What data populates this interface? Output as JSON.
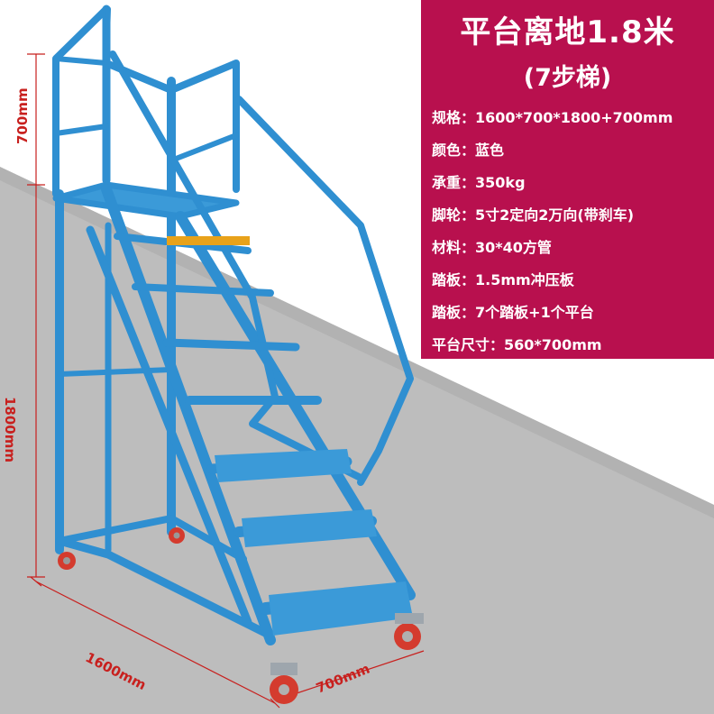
{
  "dimensions": {
    "vertical_top": "700mm",
    "vertical_main": "1800mm",
    "length": "1600mm",
    "width": "700mm"
  },
  "info": {
    "title": "平台离地1.8米",
    "subtitle": "(7步梯)",
    "specs": [
      {
        "key": "规格",
        "value": "1600*700*1800+700mm"
      },
      {
        "key": "颜色",
        "value": "蓝色"
      },
      {
        "key": "承重",
        "value": "350kg"
      },
      {
        "key": "脚轮",
        "value": "5寸2定向2万向(带刹车)"
      },
      {
        "key": "材料",
        "value": "30*40方管"
      },
      {
        "key": "踏板",
        "value": "1.5mm冲压板"
      },
      {
        "key": "踏板",
        "value": "7个踏板+1个平台"
      },
      {
        "key": "平台尺寸",
        "value": "560*700mm"
      }
    ],
    "separator": "："
  },
  "colors": {
    "panel": "#b8104e",
    "ladder": "#2f8fd1",
    "floor": "#b9b9b9",
    "dimension": "#c8201e"
  }
}
